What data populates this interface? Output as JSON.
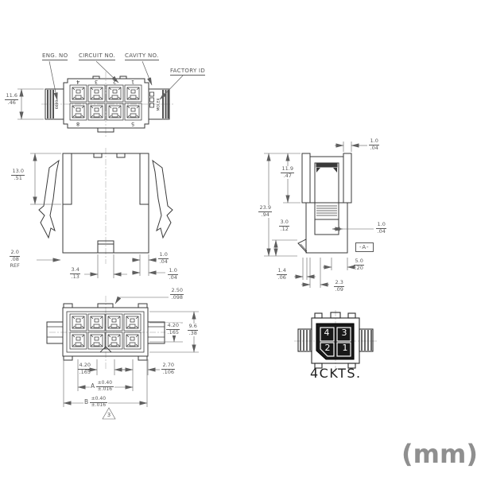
{
  "units_label": "(mm)",
  "colors": {
    "object_line": "#3a3a3a",
    "dimension_line": "#5f5f5f",
    "units_text": "#8f8f8f",
    "cavity_body_fill": "#191919"
  },
  "callouts": {
    "eng_no": "ENG. NO",
    "circuit_no": "CIRCUIT NO.",
    "cavity_no": "CAVITY NO.",
    "factory_id": "FACTORY ID"
  },
  "top_view": {
    "marking_left": "6699",
    "marking_right": "MOLEX",
    "cavity_numbers_top": [
      "4",
      "3",
      "2",
      "1"
    ],
    "cavity_number_bottom_left": "8",
    "cavity_number_bottom_right": "5",
    "dim_height": {
      "mm": "11.6",
      "in": ".46"
    }
  },
  "front_view": {
    "dim_shroud_depth": {
      "mm": "13.0",
      "in": ".51"
    },
    "dim_ref": {
      "mm": "2.0",
      "in": ".08",
      "suffix": "REF"
    },
    "dim_tab_width": {
      "mm": "3.4",
      "in": ".13"
    },
    "dim_wall_1": {
      "mm": "1.0",
      "in": ".04"
    },
    "dim_wall_2": {
      "mm": "1.0",
      "in": ".04"
    }
  },
  "side_view": {
    "dim_top_wall": {
      "mm": "1.0",
      "in": ".04"
    },
    "dim_latch_height": {
      "mm": "11.9",
      "in": ".47"
    },
    "dim_overall_height": {
      "mm": "23.9",
      "in": ".94"
    },
    "dim_standoff": {
      "mm": "3.0",
      "in": ".12"
    },
    "dim_wall": {
      "mm": "1.0",
      "in": ".04"
    },
    "datum_label": "-A-",
    "dim_depth": {
      "mm": "5.0",
      "in": ".20"
    },
    "dim_foot": {
      "mm": "1.4",
      "in": ".06"
    },
    "dim_offset": {
      "mm": "2.3",
      "in": ".09"
    }
  },
  "bottom_view": {
    "dim_tab": {
      "mm": "2.50",
      "in": ".098"
    },
    "dim_row_pitch": {
      "mm": "4.20",
      "in": ".165"
    },
    "dim_height": {
      "mm": "9.6",
      "in": ".38"
    },
    "dim_col_pitch": {
      "mm": "4.20",
      "in": ".165"
    },
    "dim_end": {
      "mm": "2.70",
      "in": ".106"
    },
    "dim_a": {
      "label": "A",
      "mm": "±0.40",
      "in": "±.016"
    },
    "dim_b": {
      "label": "B",
      "mm": "±0.40",
      "in": "±.016"
    },
    "flag_note": "3"
  },
  "four_ckt_view": {
    "label": "4CKTS.",
    "cavity_numbers": {
      "tl": "4",
      "tr": "3",
      "bl": "2",
      "br": "1"
    }
  }
}
